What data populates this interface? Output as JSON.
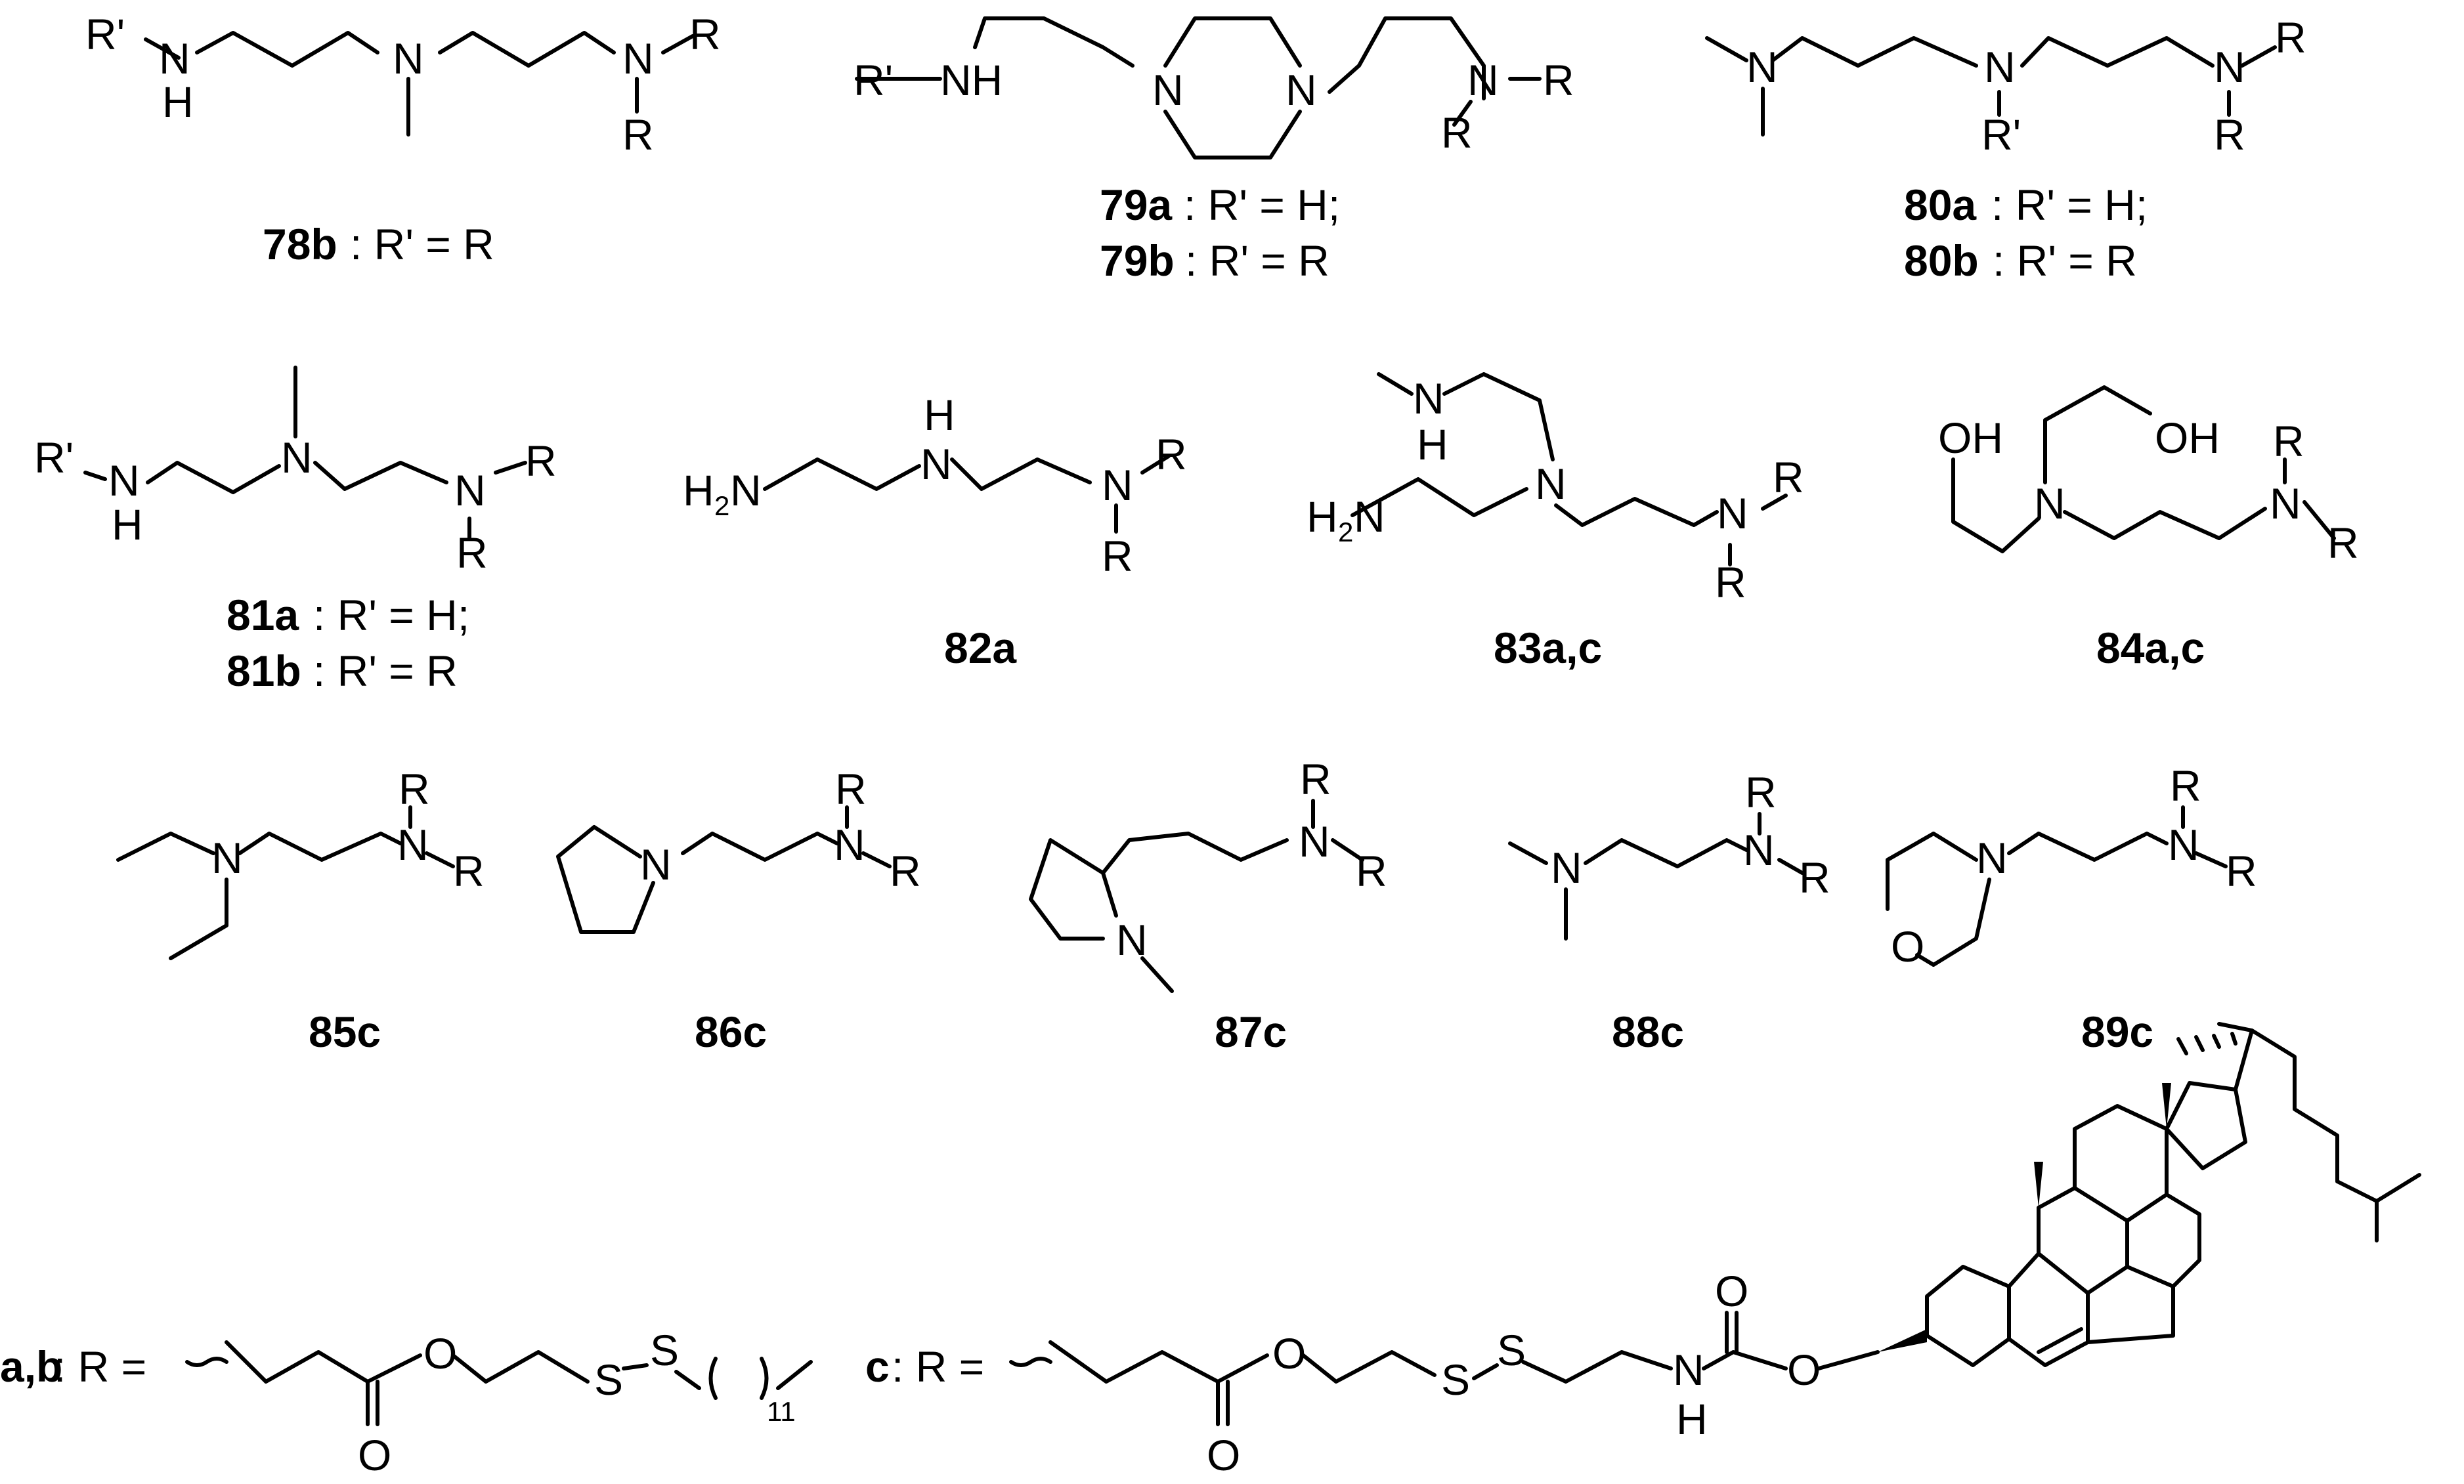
{
  "atoms": {
    "N": "N",
    "NH": "NH",
    "H": "H",
    "R": "R",
    "Rp": "R'",
    "OH": "OH",
    "O": "O",
    "S": "S",
    "H2N": "H",
    "H2N_sub": "2",
    "H2N_N": "N",
    "repeat_n": "11"
  },
  "labels": {
    "c78b": {
      "bold": "78b",
      "rest": ": R' = R"
    },
    "c79a": {
      "bold": "79a",
      "rest": ": R' = H;"
    },
    "c79b": {
      "bold": "79b",
      "rest": ": R' = R"
    },
    "c80a": {
      "bold": "80a",
      "rest": ": R' = H;"
    },
    "c80b": {
      "bold": "80b",
      "rest": ": R' = R"
    },
    "c81a": {
      "bold": "81a",
      "rest": ": R' = H;"
    },
    "c81b": {
      "bold": "81b",
      "rest": ": R' = R"
    },
    "c82a": {
      "bold": "82a"
    },
    "c83": {
      "bold": "83a,c"
    },
    "c84": {
      "bold": "84a,c"
    },
    "c85c": {
      "bold": "85c"
    },
    "c86c": {
      "bold": "86c"
    },
    "c87c": {
      "bold": "87c"
    },
    "c88c": {
      "bold": "88c"
    },
    "c89c": {
      "bold": "89c"
    },
    "rab": {
      "bold": "a,b",
      "rest": ": R ="
    },
    "rc": {
      "bold": "c",
      "rest": ": R ="
    }
  }
}
